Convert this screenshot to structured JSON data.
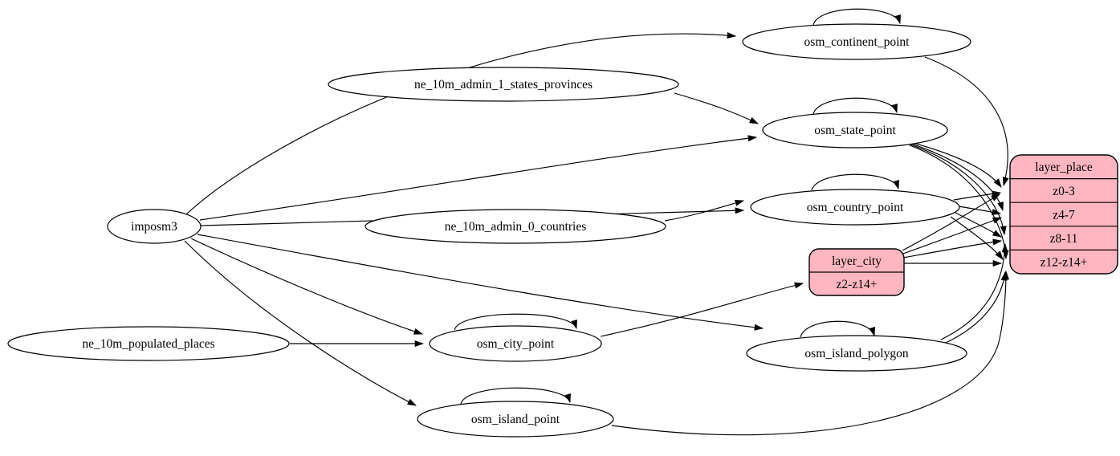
{
  "diagram": {
    "kind": "etl-graph",
    "record_fill_color": "#ffb6c1",
    "edge_color": "#000000",
    "background_color": "#ffffff",
    "labels": {
      "imposm3": "imposm3",
      "ne_10m_admin_1_states_provinces": "ne_10m_admin_1_states_provinces",
      "ne_10m_admin_0_countries": "ne_10m_admin_0_countries",
      "ne_10m_populated_places": "ne_10m_populated_places",
      "osm_continent_point": "osm_continent_point",
      "osm_state_point": "osm_state_point",
      "osm_country_point": "osm_country_point",
      "osm_city_point": "osm_city_point",
      "osm_island_polygon": "osm_island_polygon",
      "osm_island_point": "osm_island_point",
      "layer_city_title": "layer_city",
      "layer_city_row0": "z2-z14+",
      "layer_place_title": "layer_place",
      "layer_place_row0": "z0-3",
      "layer_place_row1": "z4-7",
      "layer_place_row2": "z8-11",
      "layer_place_row3": "z12-z14+"
    },
    "records": [
      {
        "id": "layer_city",
        "title": "layer_city",
        "rows": [
          "z2-z14+"
        ]
      },
      {
        "id": "layer_place",
        "title": "layer_place",
        "rows": [
          "z0-3",
          "z4-7",
          "z8-11",
          "z12-z14+"
        ]
      }
    ],
    "edges": [
      {
        "from": "imposm3",
        "to": "osm_continent_point"
      },
      {
        "from": "imposm3",
        "to": "osm_state_point"
      },
      {
        "from": "imposm3",
        "to": "osm_country_point"
      },
      {
        "from": "imposm3",
        "to": "osm_city_point"
      },
      {
        "from": "imposm3",
        "to": "osm_island_polygon"
      },
      {
        "from": "imposm3",
        "to": "osm_island_point"
      },
      {
        "from": "ne_10m_admin_1_states_provinces",
        "to": "osm_state_point"
      },
      {
        "from": "ne_10m_admin_0_countries",
        "to": "osm_country_point"
      },
      {
        "from": "ne_10m_populated_places",
        "to": "osm_city_point"
      },
      {
        "from": "osm_continent_point",
        "to": "osm_continent_point"
      },
      {
        "from": "osm_state_point",
        "to": "osm_state_point"
      },
      {
        "from": "osm_country_point",
        "to": "osm_country_point"
      },
      {
        "from": "osm_city_point",
        "to": "osm_city_point"
      },
      {
        "from": "osm_island_polygon",
        "to": "osm_island_polygon"
      },
      {
        "from": "osm_island_point",
        "to": "osm_island_point"
      },
      {
        "from": "osm_city_point",
        "to": "layer_city:z2-z14+"
      },
      {
        "from": "osm_continent_point",
        "to": "layer_place:z0-3"
      },
      {
        "from": "osm_state_point",
        "to": "layer_place:z0-3"
      },
      {
        "from": "osm_state_point",
        "to": "layer_place:z4-7"
      },
      {
        "from": "osm_state_point",
        "to": "layer_place:z8-11"
      },
      {
        "from": "osm_state_point",
        "to": "layer_place:z12-z14+"
      },
      {
        "from": "osm_country_point",
        "to": "layer_place:z0-3"
      },
      {
        "from": "osm_country_point",
        "to": "layer_place:z4-7"
      },
      {
        "from": "osm_country_point",
        "to": "layer_place:z8-11"
      },
      {
        "from": "osm_country_point",
        "to": "layer_place:z12-z14+"
      },
      {
        "from": "layer_city",
        "to": "layer_place:z0-3"
      },
      {
        "from": "layer_city",
        "to": "layer_place:z4-7"
      },
      {
        "from": "layer_city",
        "to": "layer_place:z8-11"
      },
      {
        "from": "layer_city",
        "to": "layer_place:z12-z14+"
      },
      {
        "from": "osm_island_polygon",
        "to": "layer_place:z8-11"
      },
      {
        "from": "osm_island_polygon",
        "to": "layer_place:z12-z14+"
      },
      {
        "from": "osm_island_point",
        "to": "layer_place:z12-z14+"
      }
    ]
  }
}
